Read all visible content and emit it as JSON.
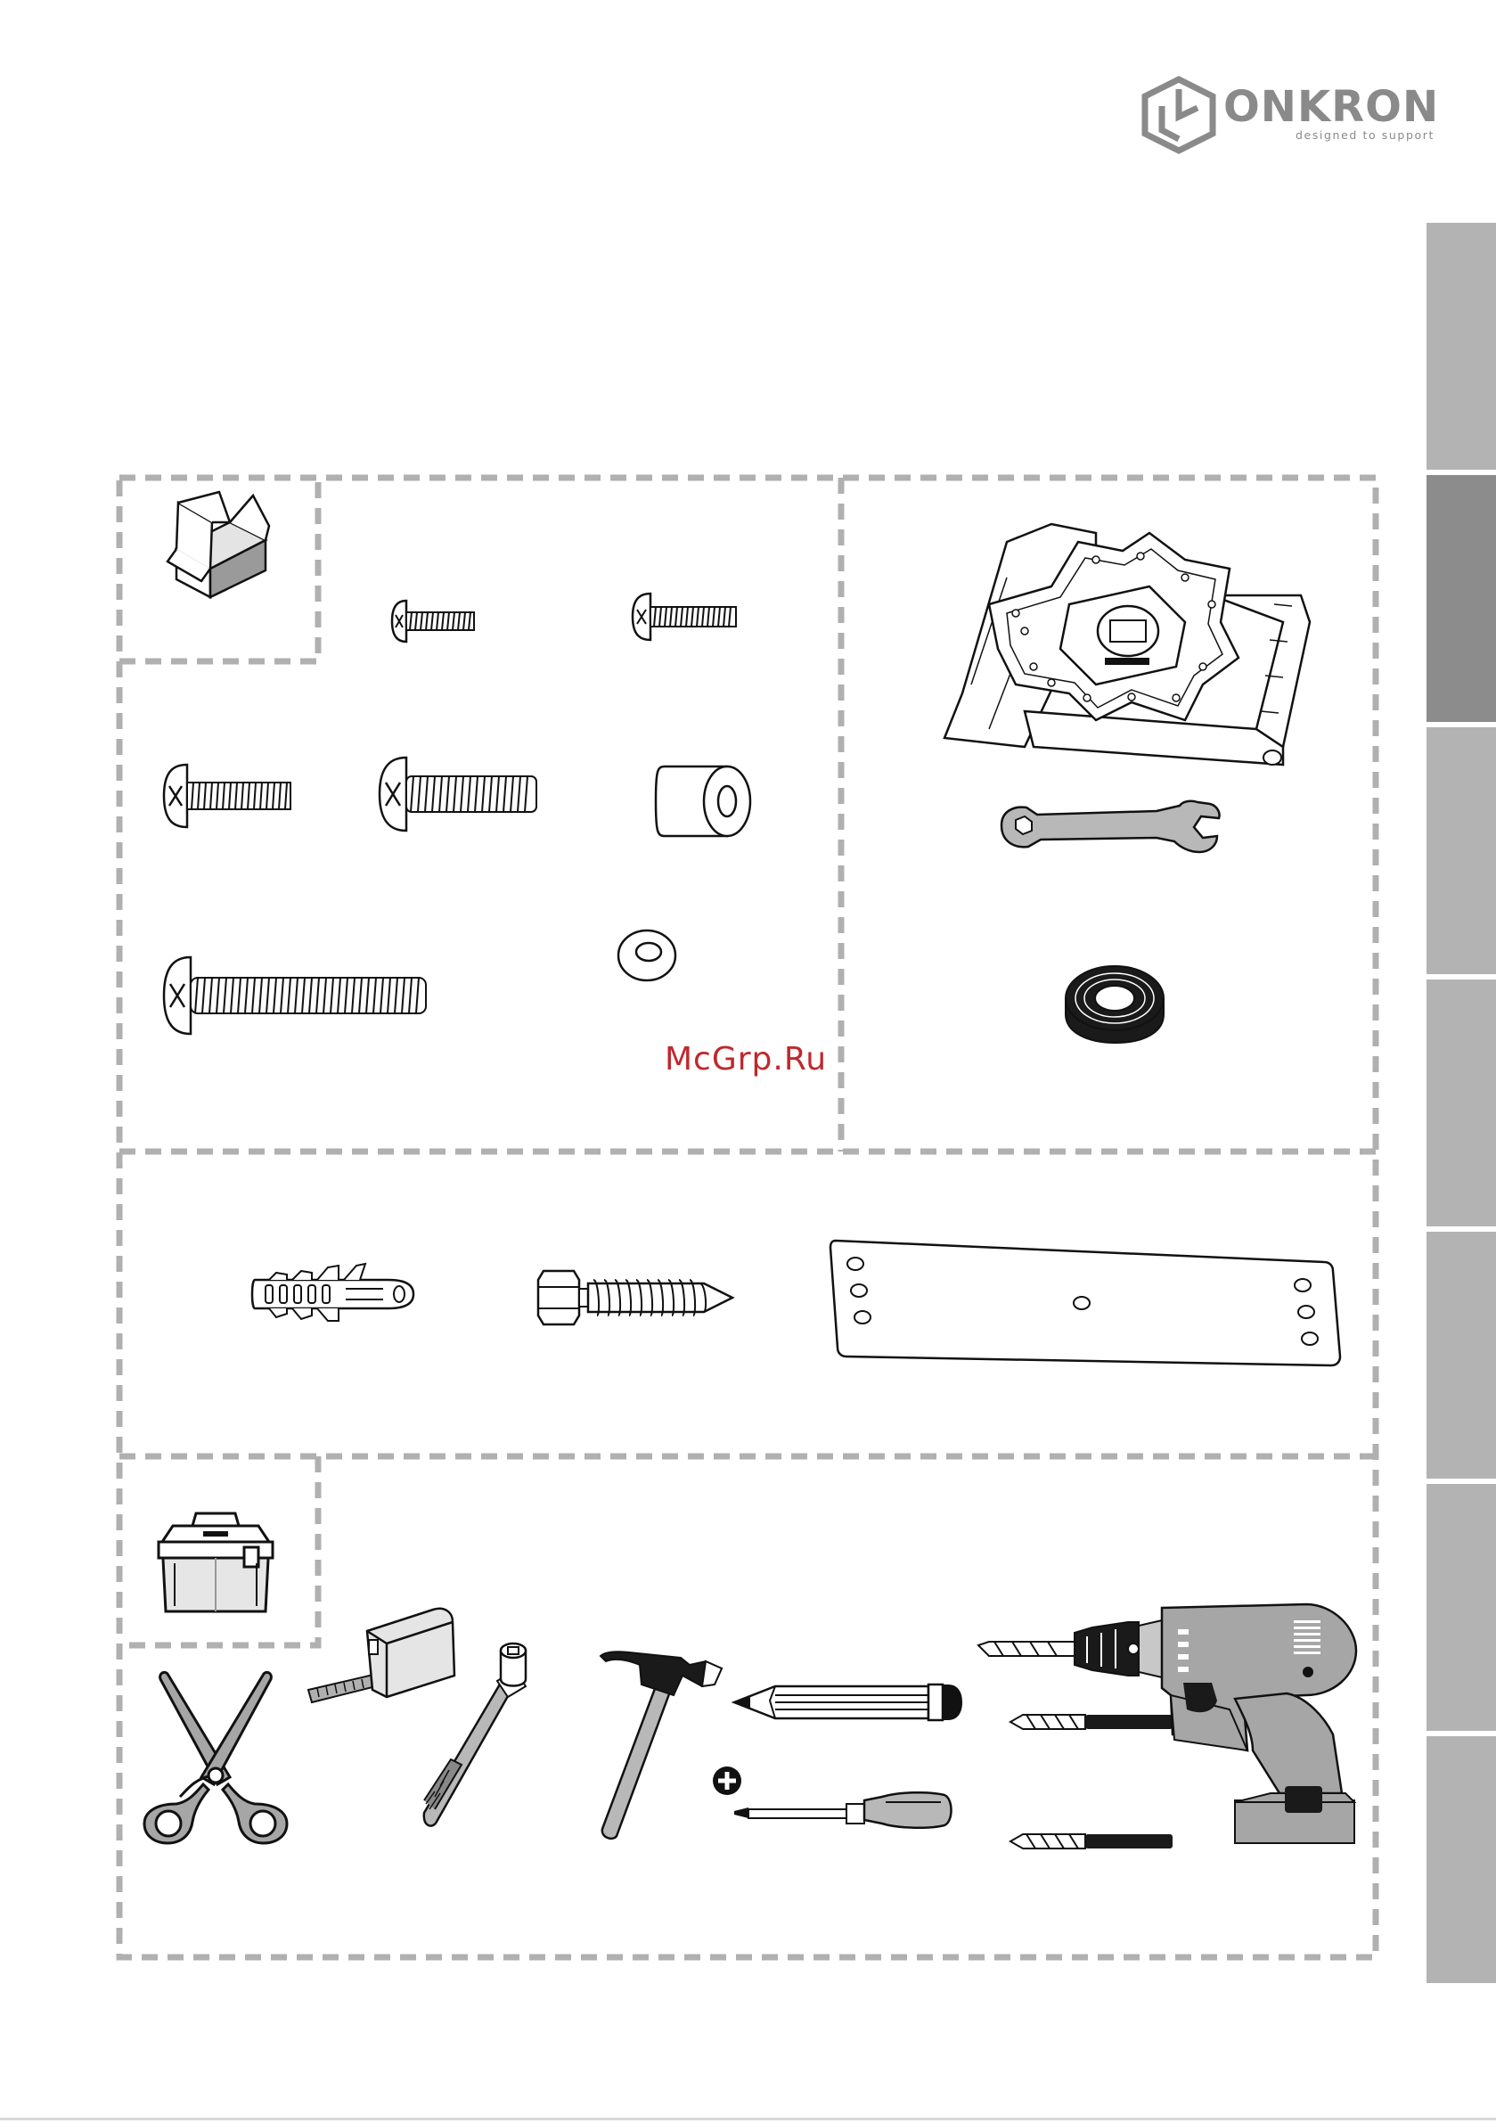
{
  "brand": {
    "name": "ONKRON",
    "tagline": "designed to support",
    "color": "#8a8a8a"
  },
  "watermark": {
    "text": "McGrp.Ru",
    "color": "#c0282d"
  },
  "side_tabs": {
    "count": 7,
    "active_index": 1,
    "colors": {
      "default": "#b3b3b3",
      "active": "#8c8c8c"
    }
  },
  "sections": [
    {
      "id": "package-contents",
      "icon": "open-box-icon"
    },
    {
      "id": "wall-hardware"
    },
    {
      "id": "required-tools",
      "icon": "toolbox-icon"
    }
  ],
  "parts": {
    "small_hardware": [
      "short-screw-icon",
      "medium-screw-icon",
      "m6-screw-icon",
      "m8-screw-icon",
      "spacer-icon",
      "long-screw-icon",
      "washer-icon"
    ],
    "main_components": [
      "wall-mount-bracket-icon",
      "wrench-icon",
      "tape-roll-icon"
    ],
    "wall_hardware": [
      "wall-anchor-icon",
      "lag-bolt-icon",
      "wall-plate-icon"
    ]
  },
  "tools": [
    "scissors-icon",
    "tape-measure-icon",
    "socket-wrench-icon",
    "hammer-icon",
    "pencil-icon",
    "phillips-screwdriver-icon",
    "drill-bit-icon",
    "cordless-drill-icon"
  ]
}
